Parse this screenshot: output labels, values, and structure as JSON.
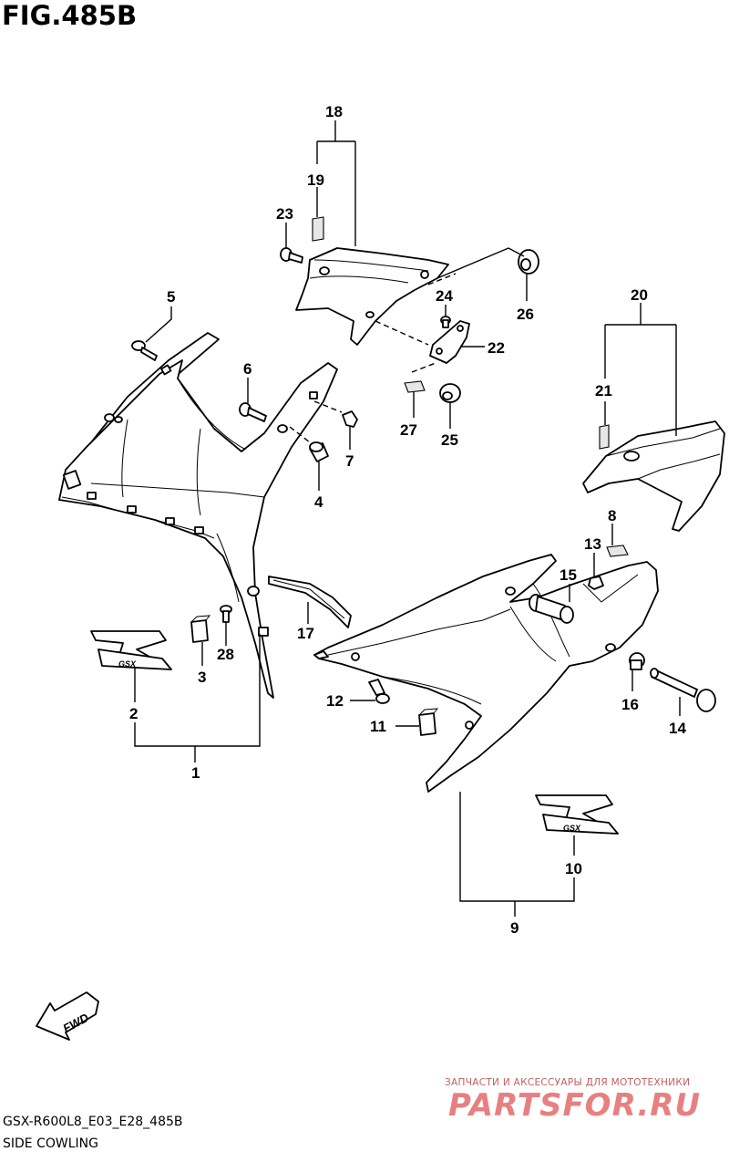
{
  "figure": {
    "title": "FIG.485B",
    "code": "GSX-R600L8_E03_E28_485B",
    "name": "SIDE COWLING"
  },
  "watermark": {
    "subtitle": "ЗАПЧАСТИ И АКСЕССУАРЫ ДЛЯ МОТОТЕХНИКИ",
    "brand": "PARTSFOR.RU"
  },
  "direction_arrow": {
    "label": "FWD"
  },
  "emblem": {
    "text": "GSX"
  },
  "parts": [
    {
      "id": "p1",
      "number": "1"
    },
    {
      "id": "p2",
      "number": "2"
    },
    {
      "id": "p3",
      "number": "3"
    },
    {
      "id": "p4",
      "number": "4"
    },
    {
      "id": "p5",
      "number": "5"
    },
    {
      "id": "p6",
      "number": "6"
    },
    {
      "id": "p7",
      "number": "7"
    },
    {
      "id": "p8",
      "number": "8"
    },
    {
      "id": "p9",
      "number": "9"
    },
    {
      "id": "p10",
      "number": "10"
    },
    {
      "id": "p11",
      "number": "11"
    },
    {
      "id": "p12",
      "number": "12"
    },
    {
      "id": "p13",
      "number": "13"
    },
    {
      "id": "p14",
      "number": "14"
    },
    {
      "id": "p15",
      "number": "15"
    },
    {
      "id": "p16",
      "number": "16"
    },
    {
      "id": "p17",
      "number": "17"
    },
    {
      "id": "p18",
      "number": "18"
    },
    {
      "id": "p19",
      "number": "19"
    },
    {
      "id": "p20",
      "number": "20"
    },
    {
      "id": "p21",
      "number": "21"
    },
    {
      "id": "p22",
      "number": "22"
    },
    {
      "id": "p23",
      "number": "23"
    },
    {
      "id": "p24",
      "number": "24"
    },
    {
      "id": "p25",
      "number": "25"
    },
    {
      "id": "p26",
      "number": "26"
    },
    {
      "id": "p27",
      "number": "27"
    },
    {
      "id": "p28",
      "number": "28"
    }
  ]
}
